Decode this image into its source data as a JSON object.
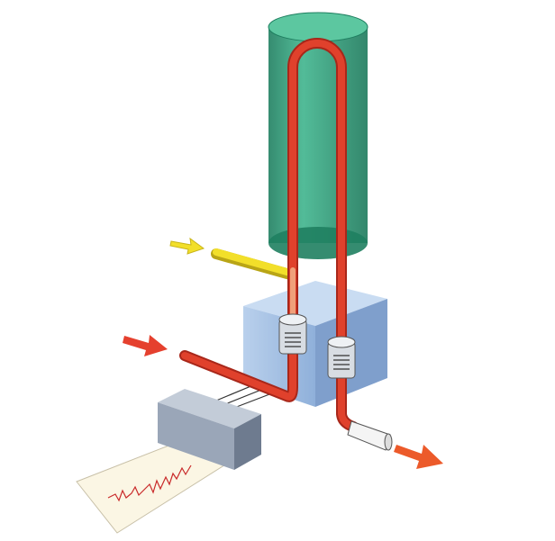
{
  "colors": {
    "background": "#ffffff",
    "cylinder": "#2fa57f",
    "cylinder_dark": "#1f7f60",
    "tube_red": "#e0412c",
    "tube_yellow": "#f2df2a",
    "block_blue": "#a9c4e4",
    "recorder_gray": "#9aa6b8",
    "paper": "#fbf6e4",
    "trace": "#c92a2a",
    "arrow_red": "#e5402e",
    "arrow_yellow": "#f2df2a",
    "arrow_orange": "#ec5a2a"
  },
  "icons": [
    "inflow-arrow-yellow",
    "inflow-arrow-red",
    "outflow-arrow-orange"
  ]
}
